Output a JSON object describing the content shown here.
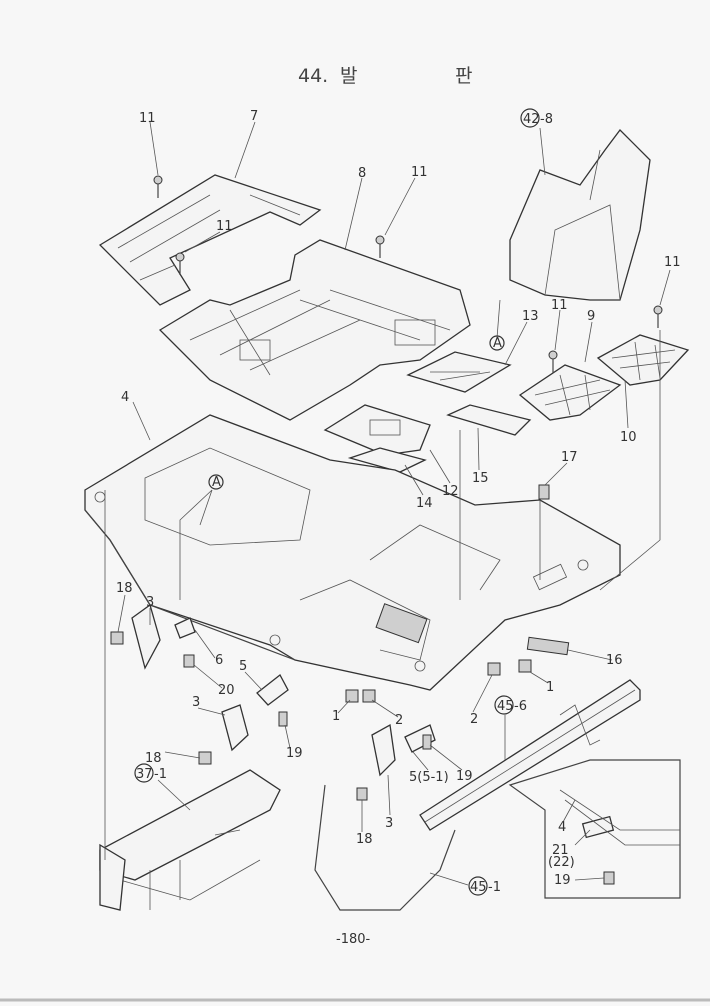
{
  "title": {
    "number": "44.",
    "name_part1": "발",
    "name_part2": "판"
  },
  "page_number": "-180-",
  "callouts": {
    "c11a": "11",
    "c7": "7",
    "c8": "8",
    "c11b": "11",
    "c11c": "11",
    "c42": "42",
    "c42s": "-8",
    "c11d": "11",
    "c13": "13",
    "c9": "9",
    "c11e": "11",
    "cA1": "A",
    "c4": "4",
    "c10": "10",
    "c12": "12",
    "c14": "14",
    "c15": "15",
    "c17": "17",
    "cA2": "A",
    "c18a": "18",
    "c3a": "3",
    "c6": "6",
    "c20": "20",
    "c5": "5",
    "c3b": "3",
    "c16": "16",
    "c1a": "1",
    "c1b": "1",
    "c2a": "2",
    "c2b": "2",
    "c45a": "45",
    "c45as": "-6",
    "c18b": "18",
    "c19a": "19",
    "c5b": "5(5-1)",
    "c19b": "19",
    "c37": "37",
    "c37s": "-1",
    "c3c": "3",
    "c18c": "18",
    "c4b": "4",
    "c21": "21",
    "c22": "(22)",
    "c19c": "19",
    "c45b": "45",
    "c45bs": "-1"
  }
}
